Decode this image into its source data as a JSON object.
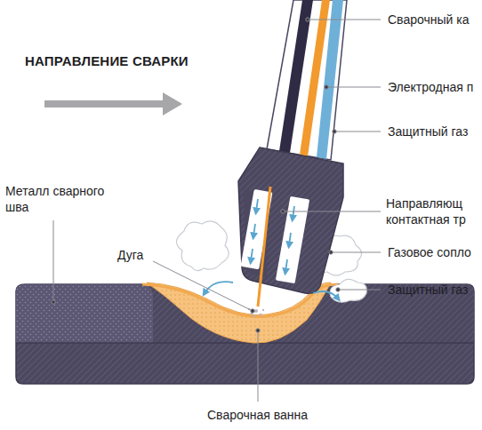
{
  "diagram": {
    "labels": [
      "НАПРАВЛЕНИЕ СВАРКИ",
      "Сварочный ка",
      "Электродная п",
      "Защитный газ",
      "Направляющ контактная тр",
      "Газовое сопло",
      "Защитный газ",
      "Металл сварного шва",
      "Дуга",
      "Сварочная ванна"
    ]
  }
}
